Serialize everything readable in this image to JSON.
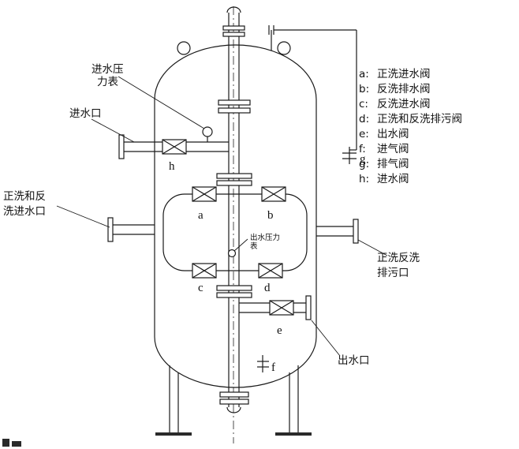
{
  "legend": {
    "items": [
      {
        "key": "a:",
        "label": "正洗进水阀"
      },
      {
        "key": "b:",
        "label": "反洗排水阀"
      },
      {
        "key": "c:",
        "label": "反洗进水阀"
      },
      {
        "key": "d:",
        "label": "正洗和反洗排污阀"
      },
      {
        "key": "e:",
        "label": "出水阀"
      },
      {
        "key": "f:",
        "label": "进气阀"
      },
      {
        "key": "g:",
        "label": "排气阀"
      },
      {
        "key": "h:",
        "label": "进水阀"
      }
    ]
  },
  "labels": {
    "inlet_pressure_gauge": {
      "line1": "进水压",
      "line2": "力表"
    },
    "water_inlet": "进水口",
    "wash_inlet": {
      "line1": "正洗和反",
      "line2": "洗进水口"
    },
    "outlet_pressure_gauge": {
      "line1": "出水压力",
      "line2": "表"
    },
    "drain_outlet": {
      "line1": "正洗反洗",
      "line2": "排污口"
    },
    "water_outlet": "出水口"
  },
  "valve_letters": {
    "a": "a",
    "b": "b",
    "c": "c",
    "d": "d",
    "e": "e",
    "f": "f",
    "g": "g",
    "h": "h"
  }
}
